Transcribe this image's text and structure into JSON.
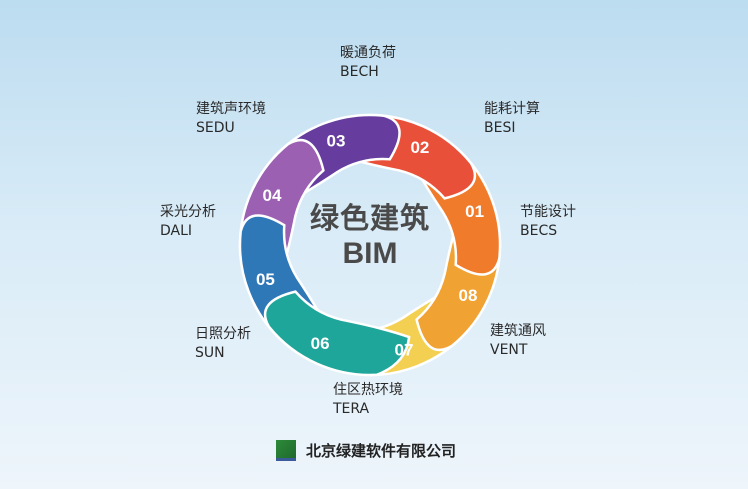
{
  "center": {
    "title_cn": "绿色建筑",
    "title_en": "BIM"
  },
  "segments": [
    {
      "num": "01",
      "cn": "节能设计",
      "en": "BECS",
      "color": "#f07b2b",
      "angle": 72
    },
    {
      "num": "02",
      "cn": "能耗计算",
      "en": "BESI",
      "color": "#e9503a",
      "angle": 27
    },
    {
      "num": "03",
      "cn": "暖通负荷",
      "en": "BECH",
      "color": "#663d9e",
      "angle": -18
    },
    {
      "num": "04",
      "cn": "建筑声环境",
      "en": "SEDU",
      "color": "#9b60b2",
      "angle": -63
    },
    {
      "num": "05",
      "cn": "采光分析",
      "en": "DALI",
      "color": "#2f78b8",
      "angle": -108
    },
    {
      "num": "06",
      "cn": "日照分析",
      "en": "SUN",
      "color": "#1ea69a",
      "angle": -153
    },
    {
      "num": "07",
      "cn": "住区热环境",
      "en": "TERA",
      "color": "#f4d052",
      "angle": 162
    },
    {
      "num": "08",
      "cn": "建筑通风",
      "en": "VENT",
      "color": "#f0a232",
      "angle": 117
    }
  ],
  "footer": {
    "company": "北京绿建软件有限公司"
  }
}
